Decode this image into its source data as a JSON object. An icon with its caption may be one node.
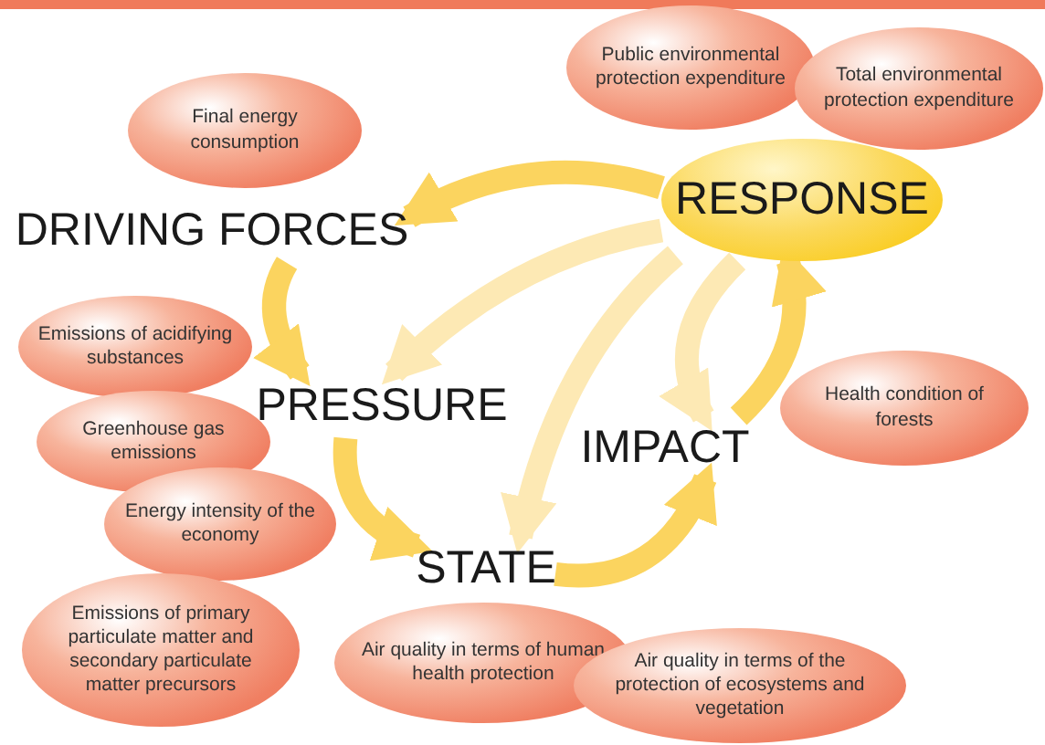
{
  "diagram": {
    "nodes": [
      {
        "text": [
          "Public environmental protection expenditure"
        ]
      },
      {
        "text": [
          "Total environmental protection expenditure"
        ]
      },
      {
        "text": [
          "Final energy consumption"
        ]
      },
      {
        "text": [
          "RESPONSE"
        ]
      },
      {
        "text": [
          "DRIVING FORCES"
        ]
      },
      {
        "text": [
          "Emissions of acidifying substances"
        ]
      },
      {
        "text": [
          "PRESSURE"
        ]
      },
      {
        "text": [
          "Health condition of forests"
        ]
      },
      {
        "text": [
          "Greenhouse gas emissions"
        ]
      },
      {
        "text": [
          "IMPACT"
        ]
      },
      {
        "text": [
          "Energy intensity of the economy"
        ]
      },
      {
        "text": [
          "STATE"
        ]
      },
      {
        "text": [
          "Emissions of primary particulate matter and secondary particulate matter precursors"
        ]
      },
      {
        "text": [
          "Air quality in terms of human health protection"
        ]
      },
      {
        "text": [
          "Air quality in terms of the protection of ecosystems and vegetation"
        ]
      }
    ],
    "edges": [
      {
        "from": 4,
        "to": 6,
        "arrow": "to"
      },
      {
        "from": 6,
        "to": 11,
        "arrow": "to"
      },
      {
        "from": 11,
        "to": 9,
        "arrow": "to"
      },
      {
        "from": 9,
        "to": 3,
        "arrow": "to"
      },
      {
        "from": 3,
        "to": 4,
        "arrow": "to"
      },
      {
        "from": 3,
        "to": 6,
        "arrow": "to",
        "color": "#fde9b4"
      },
      {
        "from": 3,
        "to": 11,
        "arrow": "to",
        "color": "#fde9b4"
      },
      {
        "from": 3,
        "to": 9,
        "arrow": "to",
        "color": "#fde9b4"
      }
    ]
  }
}
